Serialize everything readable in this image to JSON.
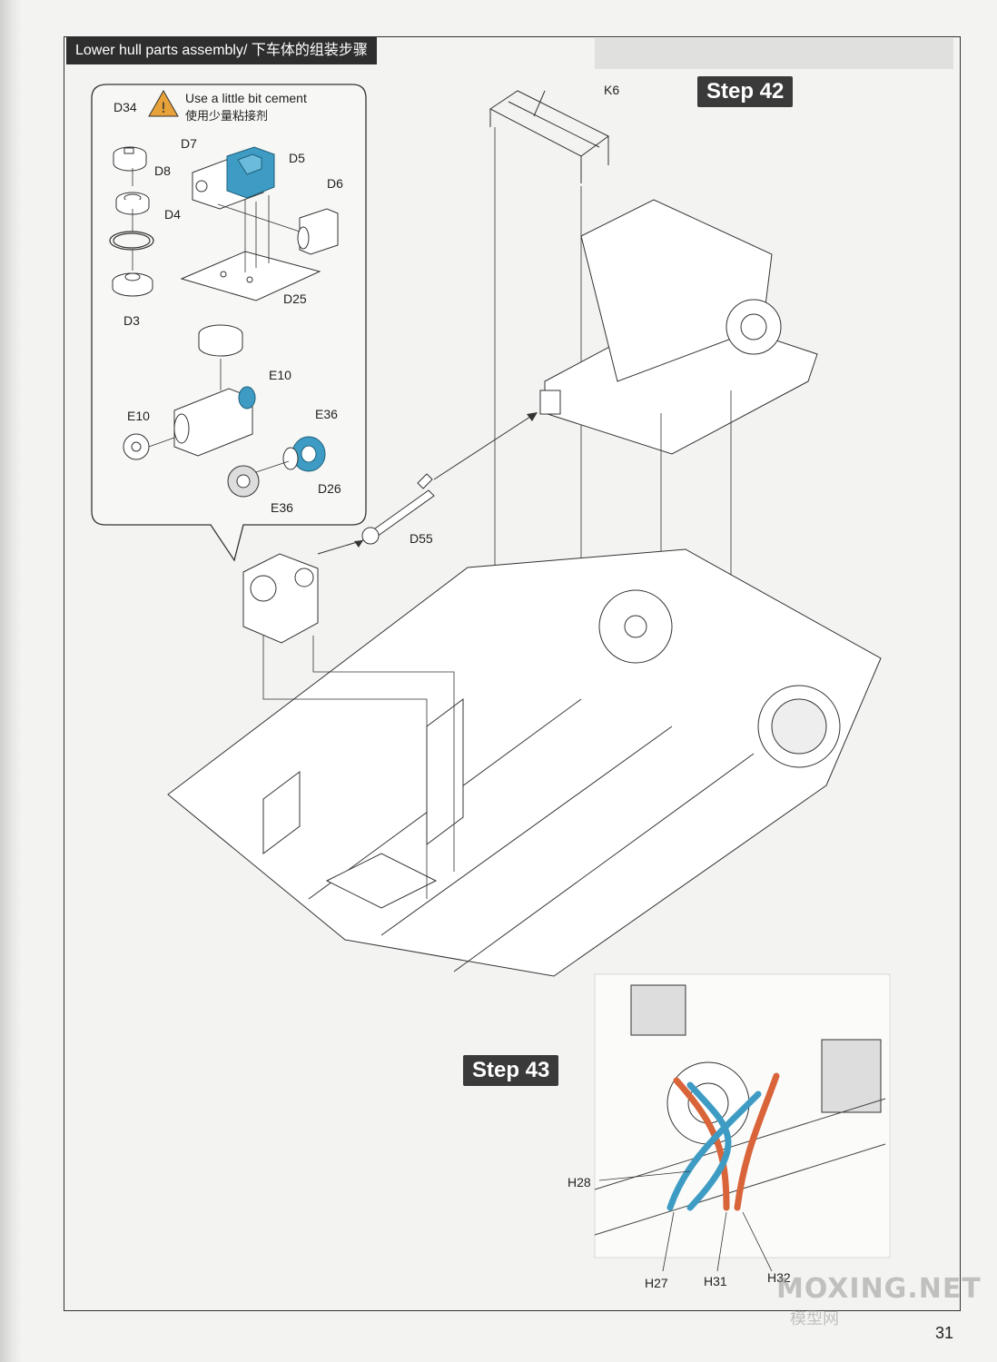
{
  "section_title": "Lower hull parts assembly/ 下车体的组装步骤",
  "steps": {
    "step42": "Step 42",
    "step43": "Step 43"
  },
  "cement_note": {
    "en": "Use a little bit cement",
    "cn": "使用少量粘接剂"
  },
  "parts": {
    "D34": "D34",
    "D7": "D7",
    "D5": "D5",
    "D8": "D8",
    "D6": "D6",
    "D4": "D4",
    "D25": "D25",
    "D3": "D3",
    "E10a": "E10",
    "E10b": "E10",
    "E36a": "E36",
    "D26": "D26",
    "E36b": "E36",
    "D55": "D55",
    "K6": "K6",
    "H28": "H28",
    "H27": "H27",
    "H31": "H31",
    "H32": "H32"
  },
  "colors": {
    "highlight_blue": "#3e9cc4",
    "highlight_orange": "#d9643a",
    "badge_bg": "#3a3a3a"
  },
  "page_number": "31",
  "watermark": {
    "brand": "MOXING.NET",
    "cn": "模型网"
  }
}
